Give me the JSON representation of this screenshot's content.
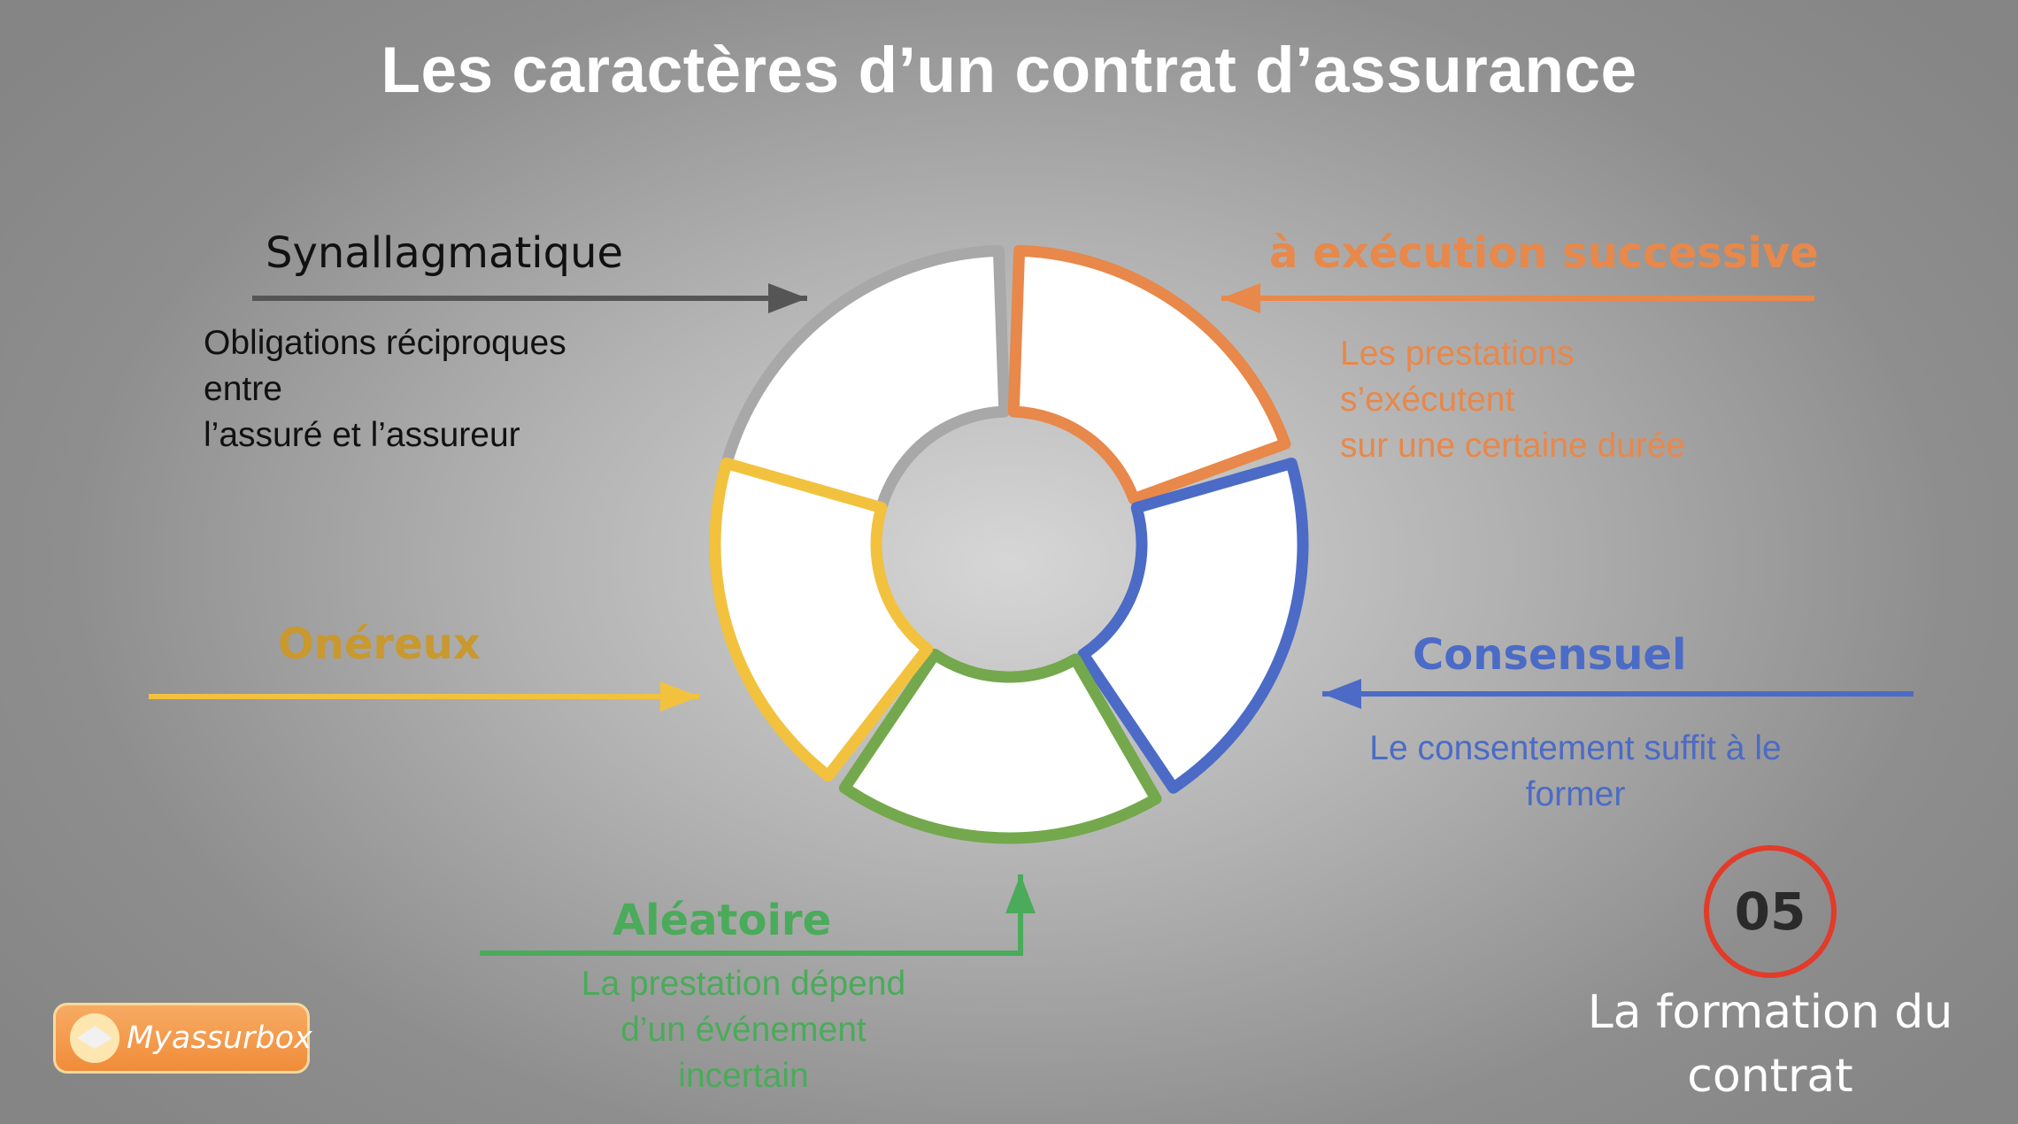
{
  "title": "Les caractères d’un contrat d’assurance",
  "colors": {
    "gray": "#a8a8a8",
    "orange": "#e8884a",
    "blue": "#4b6bc6",
    "green": "#74a84c",
    "yellow": "#f2c23e",
    "arrow_gray": "#555555",
    "arrow_orange": "#e8884a",
    "arrow_blue": "#4b6bc6",
    "arrow_green": "#4aab5a",
    "arrow_yellow": "#f2c23e",
    "text_onereux": "#c9982e",
    "text_aleatoire": "#4aab5a",
    "badge_ring": "#e23b2a"
  },
  "characters": [
    {
      "key": "synallagmatique",
      "heading": "Synallagmatique",
      "description": "Obligations réciproques\nentre\n l’assuré et l’assureur"
    },
    {
      "key": "execution",
      "heading": "à exécution successive",
      "description": "Les prestations\ns’exécutent\n sur une certaine durée"
    },
    {
      "key": "consensuel",
      "heading": "Consensuel",
      "description": "Le consentement suffit à le\nformer"
    },
    {
      "key": "aleatoire",
      "heading": "Aléatoire",
      "description": "La prestation dépend\nd’un événement\nincertain"
    },
    {
      "key": "onereux",
      "heading": "Onéreux",
      "description": ""
    }
  ],
  "badge": {
    "number": "05",
    "label": "La formation du\ncontrat"
  },
  "logo": {
    "text": "Myassurbox",
    "icon": "graduation-cap-icon"
  }
}
